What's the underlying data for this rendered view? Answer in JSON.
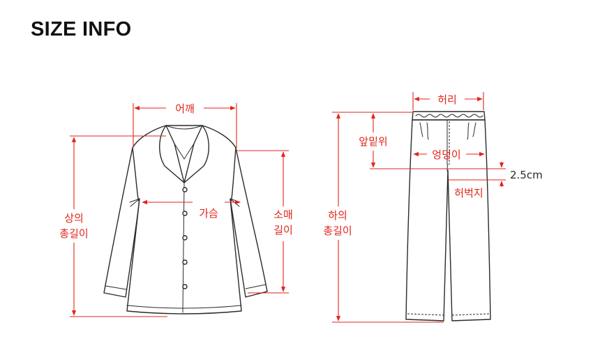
{
  "title": "SIZE INFO",
  "colors": {
    "accent": "#e2231a",
    "line": "#2a2a2a"
  },
  "top_labels": {
    "shoulder": "어깨",
    "chest": "가슴",
    "total_length_line1": "상의",
    "total_length_line2": "총길이",
    "sleeve_line1": "소매",
    "sleeve_line2": "길이"
  },
  "bottom_labels": {
    "waist": "허리",
    "front_rise": "앞밑위",
    "hip": "엉덩이",
    "thigh_offset": "2.5cm",
    "thigh": "허벅지",
    "total_length_line1": "하의",
    "total_length_line2": "총길이"
  }
}
